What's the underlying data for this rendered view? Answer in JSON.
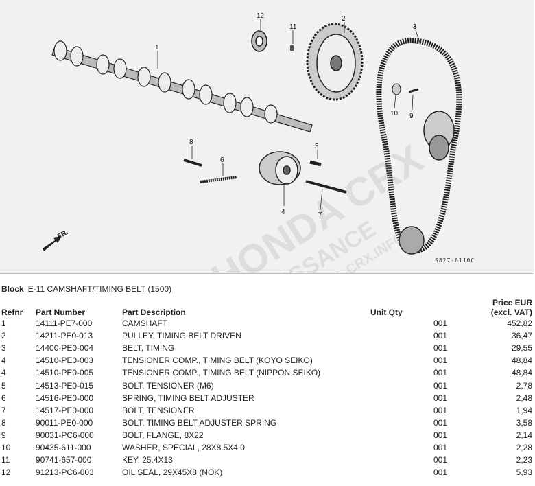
{
  "diagram": {
    "callouts": [
      "1",
      "2",
      "3",
      "4",
      "5",
      "6",
      "7",
      "8",
      "9",
      "10",
      "11",
      "12"
    ],
    "direction_label": "FR.",
    "drawing_code": "S827-8110C",
    "watermark": [
      "HONDA CRX",
      "RENAISSANCE",
      "WWW.HONDA-CRX.INFO"
    ]
  },
  "block": {
    "label": "Block",
    "title": "E-11 CAMSHAFT/TIMING BELT (1500)"
  },
  "table": {
    "headers": {
      "refnr": "Refnr",
      "part_number": "Part Number",
      "description": "Part Description",
      "qty": "Unit Qty",
      "price_line1": "Price EUR",
      "price_line2": "(excl. VAT)"
    },
    "rows": [
      {
        "ref": "1",
        "pn": "14111-PE7-000",
        "desc": "CAMSHAFT",
        "qty": "001",
        "price": "452,82"
      },
      {
        "ref": "2",
        "pn": "14211-PE0-013",
        "desc": "PULLEY, TIMING BELT DRIVEN",
        "qty": "001",
        "price": "36,47"
      },
      {
        "ref": "3",
        "pn": "14400-PE0-004",
        "desc": "BELT, TIMING",
        "qty": "001",
        "price": "29,55"
      },
      {
        "ref": "4",
        "pn": "14510-PE0-003",
        "desc": "TENSIONER COMP., TIMING BELT (KOYO SEIKO)",
        "qty": "001",
        "price": "48,84"
      },
      {
        "ref": "4",
        "pn": "14510-PE0-005",
        "desc": "TENSIONER COMP., TIMING BELT (NIPPON SEIKO)",
        "qty": "001",
        "price": "48,84"
      },
      {
        "ref": "5",
        "pn": "14513-PE0-015",
        "desc": "BOLT, TENSIONER (M6)",
        "qty": "001",
        "price": "2,78"
      },
      {
        "ref": "6",
        "pn": "14516-PE0-000",
        "desc": "SPRING, TIMING BELT ADJUSTER",
        "qty": "001",
        "price": "2,48"
      },
      {
        "ref": "7",
        "pn": "14517-PE0-000",
        "desc": "BOLT, TENSIONER",
        "qty": "001",
        "price": "1,94"
      },
      {
        "ref": "8",
        "pn": "90011-PE0-000",
        "desc": "BOLT, TIMING BELT ADJUSTER SPRING",
        "qty": "001",
        "price": "3,58"
      },
      {
        "ref": "9",
        "pn": "90031-PC6-000",
        "desc": "BOLT, FLANGE, 8X22",
        "qty": "001",
        "price": "2,14"
      },
      {
        "ref": "10",
        "pn": "90435-611-000",
        "desc": "WASHER, SPECIAL, 28X8.5X4.0",
        "qty": "001",
        "price": "2,28"
      },
      {
        "ref": "11",
        "pn": "90741-657-000",
        "desc": "KEY, 25.4X13",
        "qty": "001",
        "price": "2,23"
      },
      {
        "ref": "12",
        "pn": "91213-PC6-003",
        "desc": "OIL SEAL, 29X45X8 (NOK)",
        "qty": "001",
        "price": "5,93"
      }
    ]
  }
}
